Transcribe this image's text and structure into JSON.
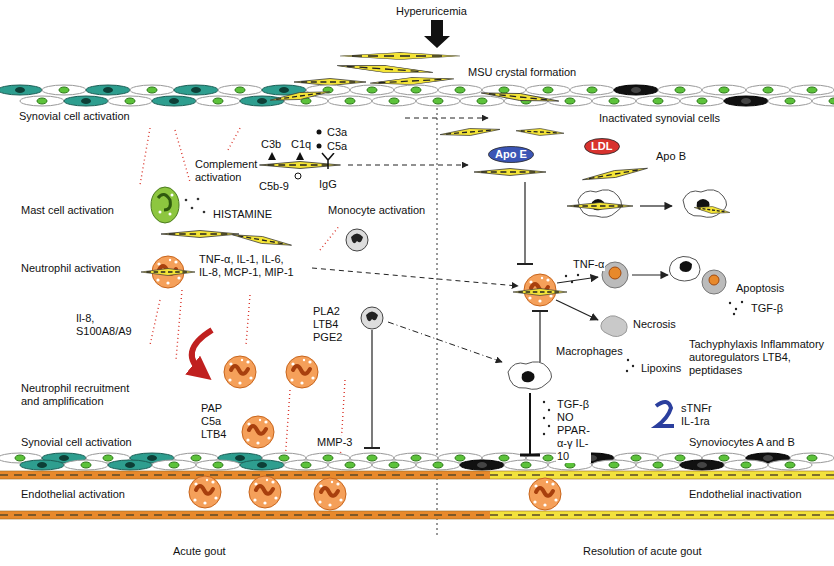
{
  "diagram": {
    "nodes": [
      {
        "text": [
          "Apo E"
        ]
      },
      {
        "text": [
          "LDL"
        ]
      }
    ],
    "labels": [
      "Hyperuricemia",
      "MSU crystal formation",
      "Synovial cell activation",
      "Inactivated synovial cells",
      "C3a",
      "C5a",
      "C3b",
      "C1q",
      "Complement activation",
      "C5b-9",
      "IgG",
      "Apo B",
      "Mast cell activation",
      "HISTAMINE",
      "Monocyte activation",
      "TNF-α, IL-1, IL-6, IL-8, MCP-1, MIP-1",
      "Neutrophil activation",
      "TNF-α",
      "Apoptosis",
      "TGF-β",
      "Necrosis",
      "Lipoxins",
      "Tachyphylaxis Inflammatory autoregulators LTB4, peptidases",
      "Il-8, S100A8/A9",
      "PLA2 LTB4 PGE2",
      "Macrophages",
      "Neutrophil recruitment and amplification",
      "PAP C5a LTB4",
      "TGF-β NO PPAR-α-γ IL-10",
      "sTNFr IL-1ra",
      "Synovial cell activation",
      "MMP-3",
      "Synoviocytes A and B",
      "Endothelial activation",
      "Endothelial inactivation",
      "Acute gout",
      "Resolution of acute gout"
    ]
  }
}
